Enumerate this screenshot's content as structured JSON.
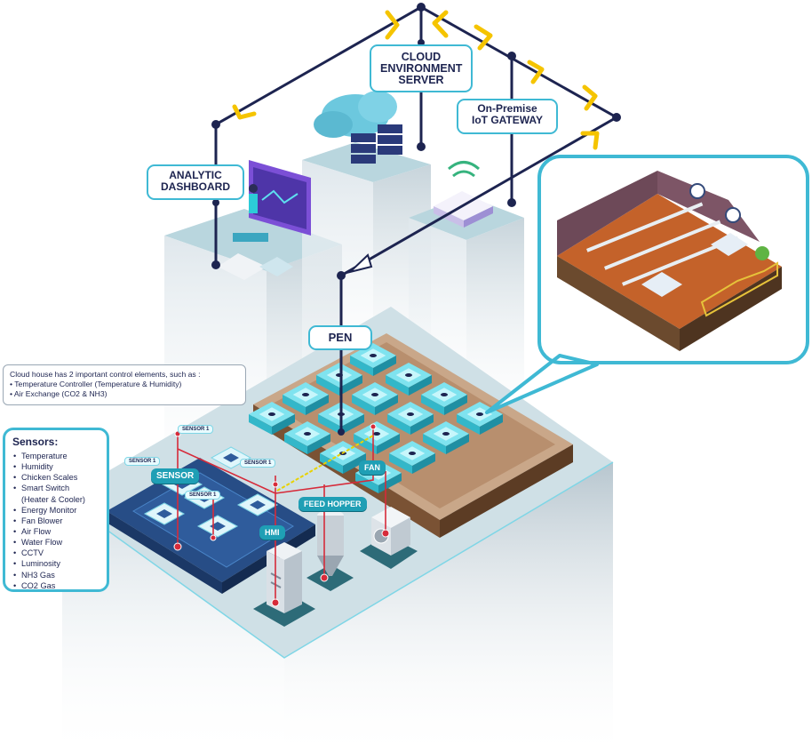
{
  "labels": {
    "cloud_server": "CLOUD ENVIRONMENT SERVER",
    "gateway_line1": "On-Premise",
    "gateway_line2": "IoT GATEWAY",
    "dashboard_line1": "ANALYTIC",
    "dashboard_line2": "DASHBOARD",
    "pen": "PEN",
    "sensor_main": "SENSOR",
    "sensor_mini": "SENSOR 1",
    "feed_hopper": "FEED HOPPER",
    "fan": "FAN",
    "hmi": "HMI"
  },
  "note": {
    "heading": "Cloud house has 2 important control elements, such as :",
    "items": [
      "• Temperature Controller (Temperature & Humidity)",
      "• Air Exchange (CO2 & NH3)"
    ]
  },
  "sensors": {
    "title": "Sensors:",
    "items": [
      "Temperature",
      "Humidity",
      "Chicken Scales",
      "Smart Switch",
      "(Heater & Cooler)",
      "Energy Monitor",
      "Fan Blower",
      "Air Flow",
      "Water Flow",
      "CCTV",
      "Luminosity",
      "NH3 Gas",
      "CO2 Gas"
    ]
  },
  "colors": {
    "navy": "#1d2450",
    "teal": "#3fb9d4",
    "teal_dark": "#1f9fb5",
    "arrow_yellow": "#f5c400",
    "wire_red": "#d62b3a",
    "wire_yellow": "#e8d200"
  }
}
